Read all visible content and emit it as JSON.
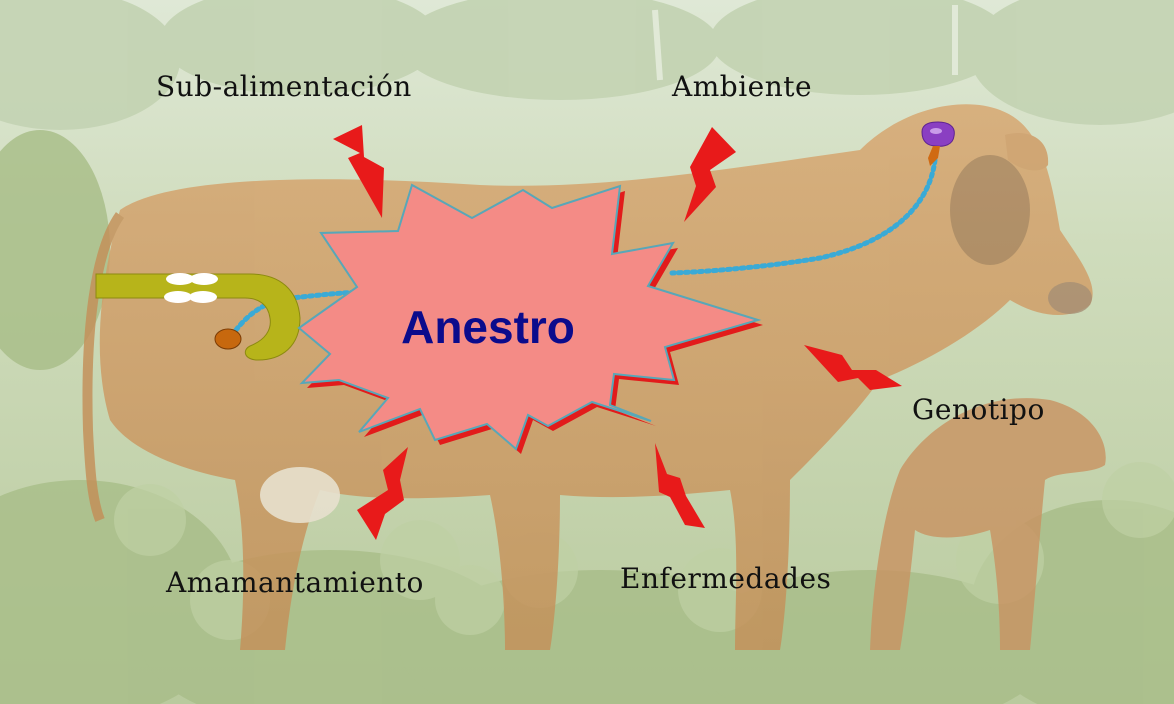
{
  "center": {
    "label": "Anestro"
  },
  "factors": [
    {
      "id": "sub-alimentacion",
      "label": "Sub-alimentación"
    },
    {
      "id": "ambiente",
      "label": "Ambiente"
    },
    {
      "id": "genotipo",
      "label": "Genotipo"
    },
    {
      "id": "amamantamiento",
      "label": "Amamantamiento"
    },
    {
      "id": "enfermedades",
      "label": "Enfermedades"
    }
  ],
  "colors": {
    "burst_fill": "#f48b86",
    "burst_shadow": "#e21b1b",
    "burst_outline": "#58a7b8",
    "center_text": "#0b0b8c",
    "lightning": "#e81a1a",
    "connector": "#3aaad6",
    "ovary_tract": "#b7b41a",
    "pituitary": "#8a3fc2"
  },
  "icons": [
    "lightning-bolt-icon",
    "reproductive-tract-icon",
    "pituitary-gland-icon"
  ]
}
